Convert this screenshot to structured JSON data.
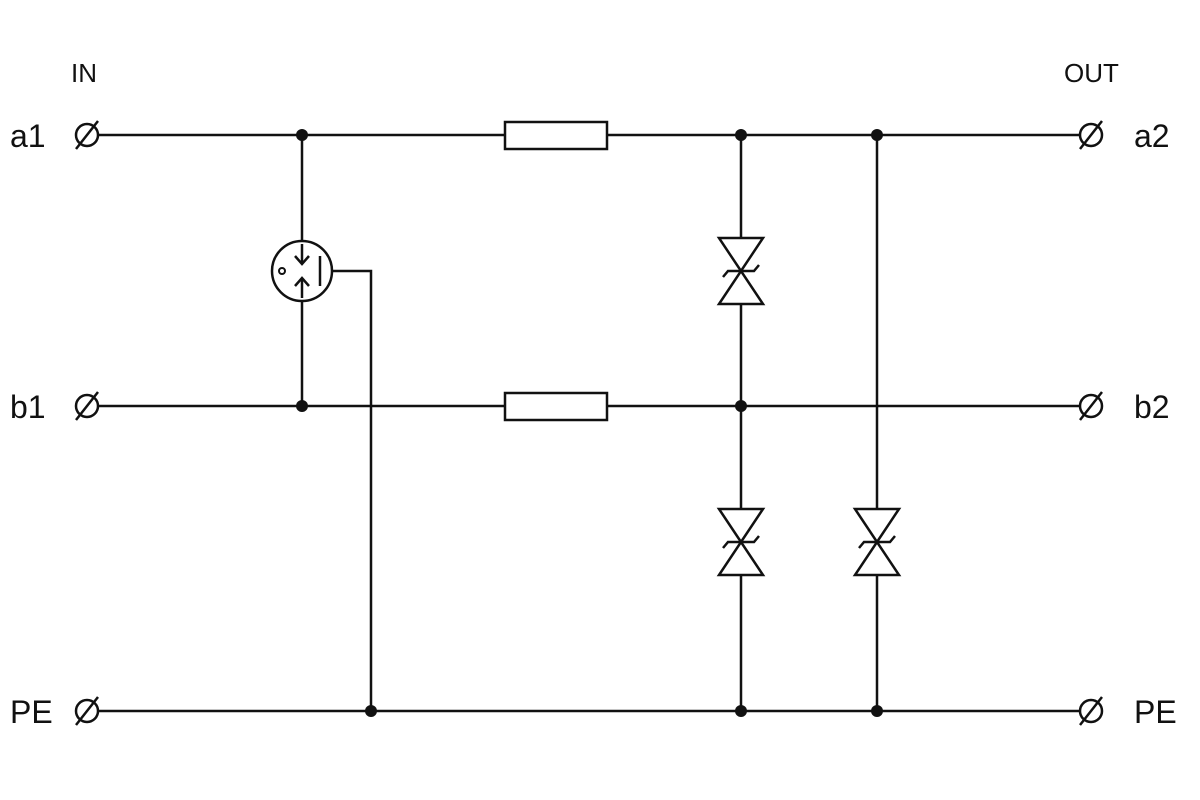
{
  "headers": {
    "input": "IN",
    "output": "OUT"
  },
  "terminals": {
    "a1": "a1",
    "b1": "b1",
    "pe_in": "PE",
    "a2": "a2",
    "b2": "b2",
    "pe_out": "PE"
  },
  "colors": {
    "line": "#111111",
    "background": "#ffffff"
  },
  "icons": {
    "terminal": "terminal-slashed-circle-icon",
    "resistor": "resistor-icon",
    "gas_discharge_tube": "gas-discharge-tube-icon",
    "bidirectional_tvs_diode": "bidirectional-tvs-diode-icon"
  }
}
